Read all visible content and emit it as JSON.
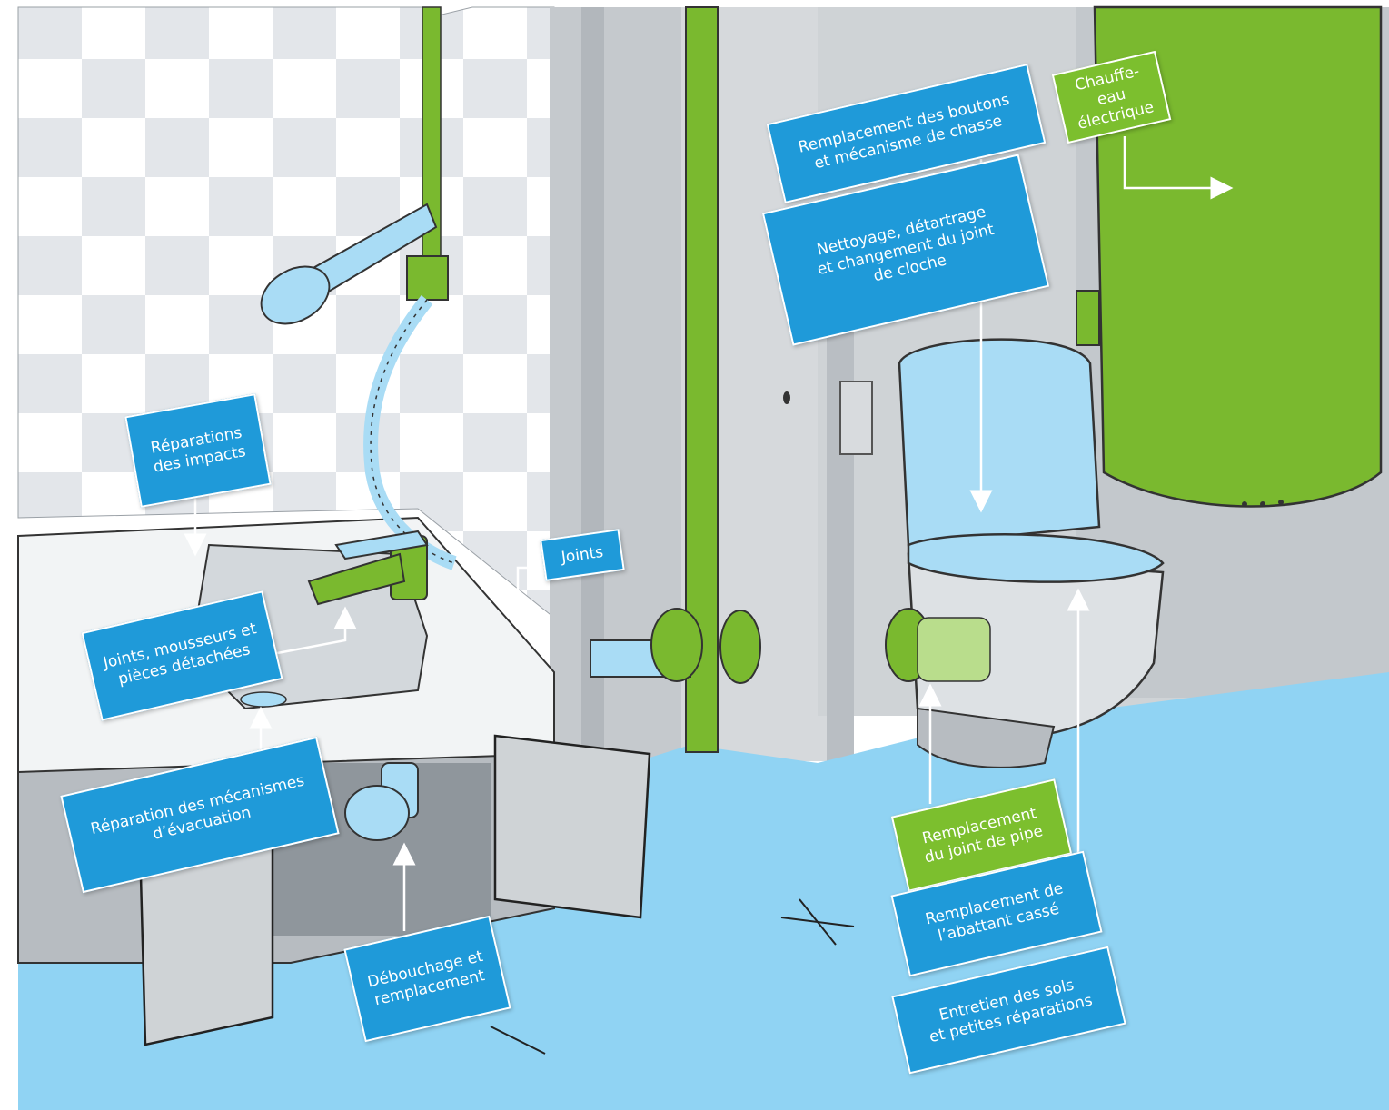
{
  "colors": {
    "label_blue": "#1f9ad9",
    "label_green": "#7cbf2e",
    "pipe_green": "#7ab92f",
    "fixture_light_blue": "#a9dcf5",
    "floor_blue": "#8fd2f2",
    "wall_grey": "#c9ccd0",
    "arrow": "#ffffff"
  },
  "labels": {
    "reparations_impacts": "Réparations\ndes impacts",
    "joints_mousseurs": "Joints, mousseurs et\npièces détachées",
    "reparation_mecanismes": "Réparation des mécanismes\nd’évacuation",
    "debouchage": "Débouchage et\nremplacement",
    "joints": "Joints",
    "remplacement_boutons": "Remplacement des boutons\net mécanisme de chasse",
    "nettoyage": "Nettoyage, détartrage\net changement du joint\nde cloche",
    "chauffe_eau": "Chauffe-eau\nélectrique",
    "joint_pipe": "Remplacement\ndu joint de pipe",
    "abattant": "Remplacement de\nl’abattant cassé",
    "entretien_sols": "Entretien des sols\net petites réparations"
  }
}
